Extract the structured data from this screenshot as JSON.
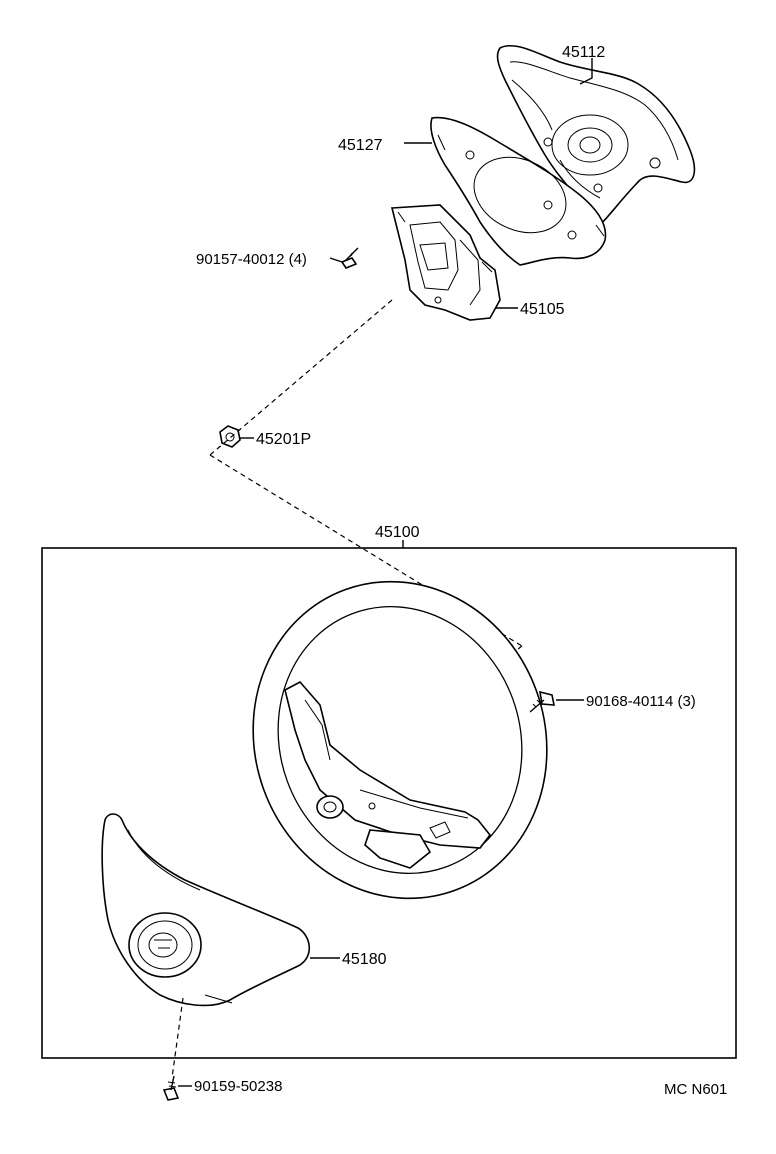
{
  "parts": {
    "horn_pad_cover": "45112",
    "horn_plate": "45127",
    "horn_bracket": "45105",
    "bracket_screw": "90157-40012 (4)",
    "nut": "45201P",
    "steering_wheel_assy": "45100",
    "wheel_screw": "90168-40114 (3)",
    "pad_assy": "45180",
    "pad_screw": "90159-50238"
  },
  "figure_code": "MC N601"
}
